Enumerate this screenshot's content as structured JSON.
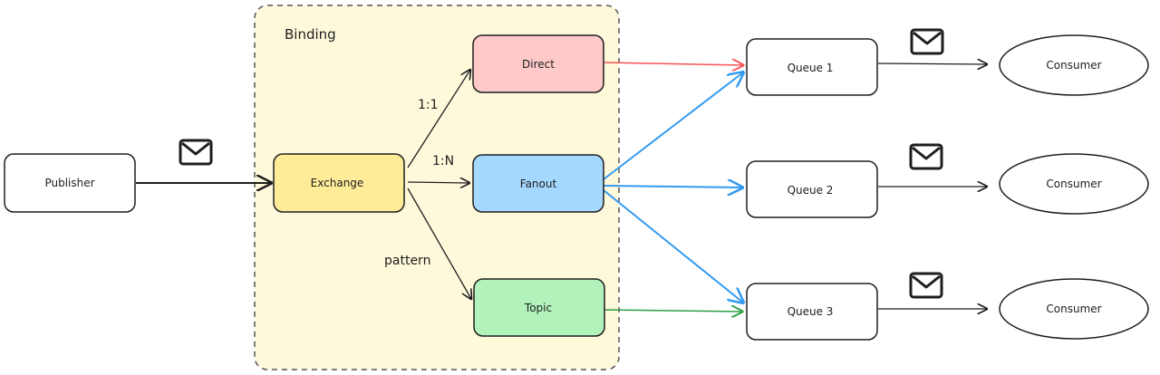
{
  "group": {
    "label": "Binding"
  },
  "nodes": {
    "publisher": "Publisher",
    "exchange": "Exchange",
    "direct": "Direct",
    "fanout": "Fanout",
    "topic": "Topic",
    "queue1": "Queue 1",
    "queue2": "Queue 2",
    "queue3": "Queue 3",
    "consumer1": "Consumer",
    "consumer2": "Consumer",
    "consumer3": "Consumer"
  },
  "edge_labels": {
    "direct": "1:1",
    "fanout": "1:N",
    "topic": "pattern"
  },
  "colors": {
    "exchange_fill": "#ffec99",
    "direct_fill": "#ffc9c9",
    "fanout_fill": "#a5d8ff",
    "topic_fill": "#b2f2bb",
    "binding_fill": "#fff9db",
    "direct_edge": "#fa5252",
    "fanout_edge": "#339af0",
    "topic_edge": "#2f9e44",
    "stroke": "#1e1e1e"
  },
  "icons": [
    "envelope-icon"
  ]
}
